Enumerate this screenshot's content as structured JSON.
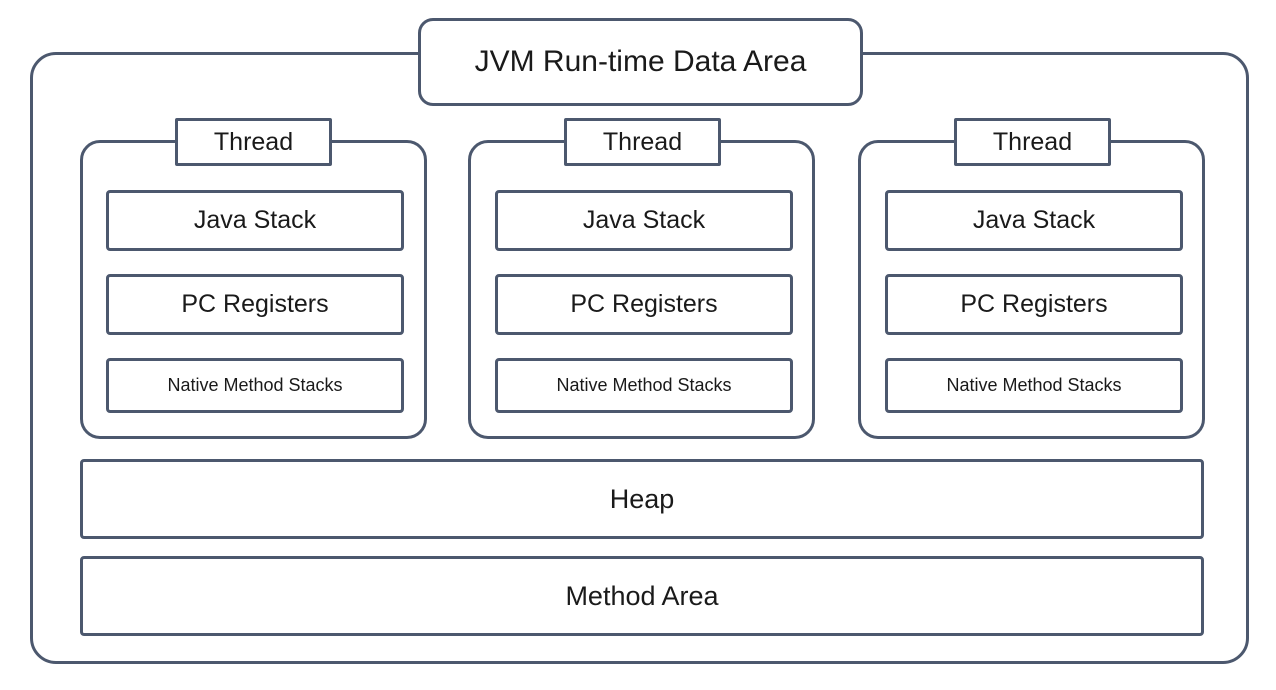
{
  "diagram": {
    "title": "JVM Run-time Data Area",
    "accent_color": "#4c586e",
    "text_color": "#1a1a1a",
    "background_color": "#ffffff",
    "threads": [
      {
        "label": "Thread",
        "items": [
          {
            "label": "Java Stack"
          },
          {
            "label": "PC Registers"
          },
          {
            "label": "Native Method Stacks"
          }
        ]
      },
      {
        "label": "Thread",
        "items": [
          {
            "label": "Java Stack"
          },
          {
            "label": "PC Registers"
          },
          {
            "label": "Native Method Stacks"
          }
        ]
      },
      {
        "label": "Thread",
        "items": [
          {
            "label": "Java Stack"
          },
          {
            "label": "PC Registers"
          },
          {
            "label": "Native Method Stacks"
          }
        ]
      }
    ],
    "shared_regions": [
      {
        "label": "Heap"
      },
      {
        "label": "Method Area"
      }
    ]
  }
}
